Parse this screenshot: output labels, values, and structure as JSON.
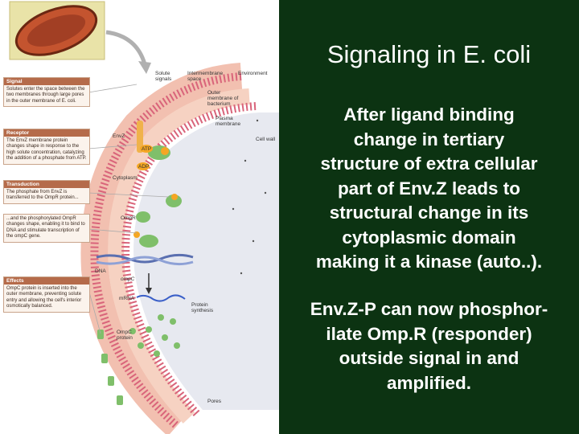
{
  "slide": {
    "title": "Signaling in E. coli",
    "paragraph1": [
      "After ligand binding",
      "change in  tertiary",
      "structure of extra cellular",
      "part of Env.Z leads to",
      "structural change in its",
      "cytoplasmic domain",
      "making it a kinase (auto..)."
    ],
    "paragraph2": [
      "Env.Z-P can now phosphor-",
      "ilate Omp.R (responder)",
      "outside signal in and",
      "amplified."
    ]
  },
  "figure": {
    "steps": [
      {
        "head": "Signal",
        "text": "Solutes enter the space between the two membranes through large pores in the outer membrane of E. coli."
      },
      {
        "head": "Receptor",
        "text": "The EnvZ membrane protein changes shape in response to the high solute concentration, catalyzing the addition of a phosphate from ATP."
      },
      {
        "head": "Transduction",
        "text": "The phosphate from EnvZ is transferred to the OmpR protein..."
      },
      {
        "head": "",
        "text": "...and the phosphorylated OmpR changes shape, enabling it to bind to DNA and stimulate transcription of the ompC gene."
      },
      {
        "head": "Effects",
        "text": "OmpC protein is inserted into the outer membrane, preventing solute entry and allowing the cell's interior osmotically balanced."
      }
    ],
    "labels": {
      "solute_signals": "Solute signals",
      "intermembrane_space": "Intermembrane space",
      "environment": "Environment",
      "outer_membrane": "Outer membrane of bacterium",
      "plasma_membrane": "Plasma membrane",
      "cell_wall": "Cell wall",
      "envz": "EnvZ",
      "atp": "ATP",
      "adp": "ADP",
      "cytoplasm": "Cytoplasm",
      "ompr": "OmpR",
      "dna": "DNA",
      "ompc_gene": "ompC",
      "mrna": "mRNA",
      "protein_synthesis": "Protein synthesis",
      "ompc_protein": "OmpC protein",
      "pores": "Pores",
      "phosphate": "P"
    }
  },
  "colors": {
    "panel_bg": "#0c3312",
    "text": "#ffffff",
    "membrane": "#d9647a",
    "periplasm": "#f2b6a0",
    "protein": "#7fbf6a",
    "phosphate": "#f5a623"
  }
}
